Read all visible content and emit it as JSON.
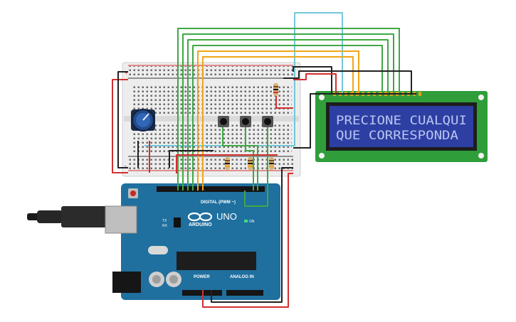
{
  "lcd": {
    "line1": "PRECIONE CUALQUI",
    "line2": "QUE CORRESPONDA",
    "backlight_color": "#2e3fa3",
    "text_color": "#b8c4f2",
    "pcb_color": "#2f9e3a"
  },
  "arduino": {
    "logo_text": "ARDUINO",
    "model": "UNO",
    "digital_label": "DIGITAL (PWM ~)",
    "power_label": "POWER",
    "analog_label": "ANALOG IN",
    "on_label": "ON",
    "tx_label": "TX",
    "rx_label": "RX",
    "board_color": "#1f6f9f"
  },
  "breadboard": {
    "rail_plus": "+",
    "rail_minus": "-"
  },
  "wire_colors": {
    "red": "#d32f2f",
    "black": "#222222",
    "green": "#3fa844",
    "orange": "#f2a516",
    "cyan": "#74c7d8"
  }
}
